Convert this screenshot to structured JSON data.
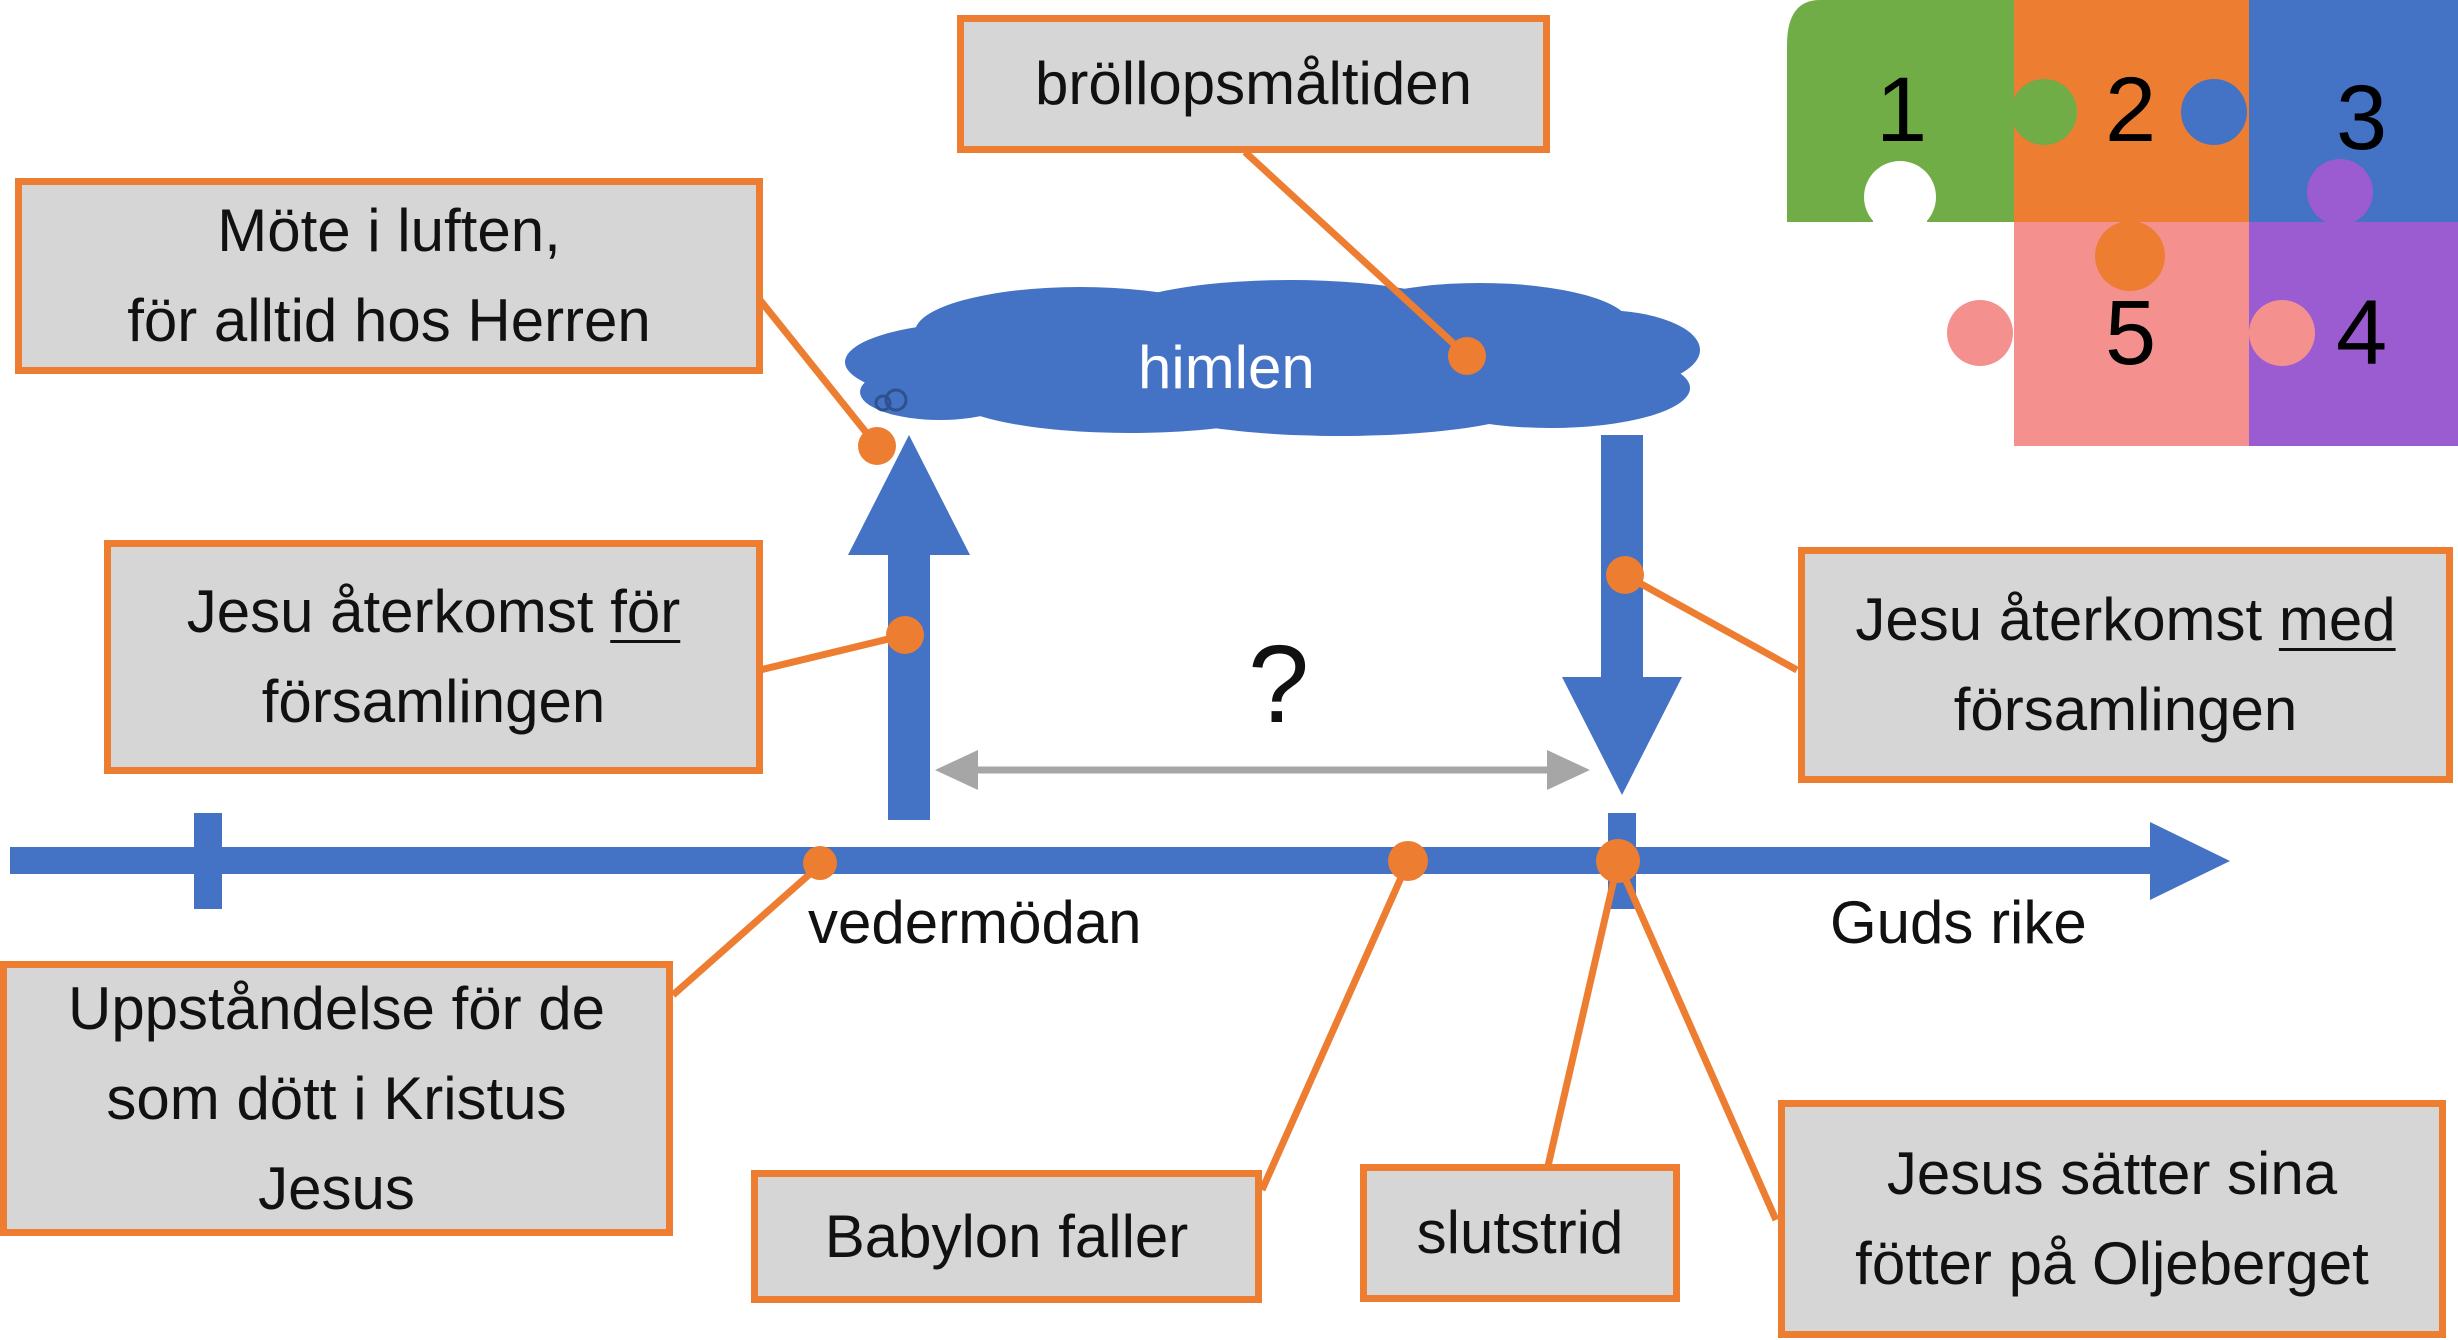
{
  "labels": {
    "brollop": "bröllopsmåltiden",
    "mote_line1": "Möte i luften,",
    "mote_line2": "för alltid hos Herren",
    "himlen": "himlen",
    "for_line1_prefix": "Jesu återkomst ",
    "for_line1_underlined": "för",
    "for_line2": "församlingen",
    "med_line1_prefix": "Jesu återkomst ",
    "med_line1_underlined": "med",
    "med_line2": "församlingen",
    "question": "?",
    "vedermodan": "vedermödan",
    "guds_rike": "Guds rike",
    "uppstandelse_line1": "Uppståndelse för de",
    "uppstandelse_line2": "som dött i Kristus",
    "uppstandelse_line3": "Jesus",
    "babylon": "Babylon faller",
    "slutstrid": "slutstrid",
    "jesus_line1": "Jesus sätter sina",
    "jesus_line2": "fötter på Oljeberget"
  },
  "puzzle": {
    "pieces": [
      {
        "number": "1",
        "color": "#70ad47"
      },
      {
        "number": "2",
        "color": "#ed7d31"
      },
      {
        "number": "3",
        "color": "#4472c4"
      },
      {
        "number": "4",
        "color": "#9b5bd1"
      },
      {
        "number": "5",
        "color": "#f4918f"
      }
    ]
  },
  "colors": {
    "timeline_blue": "#4472c4",
    "callout_orange": "#ed7d31",
    "box_fill": "#d6d6d6",
    "gray_arrow": "#a6a6a6"
  }
}
